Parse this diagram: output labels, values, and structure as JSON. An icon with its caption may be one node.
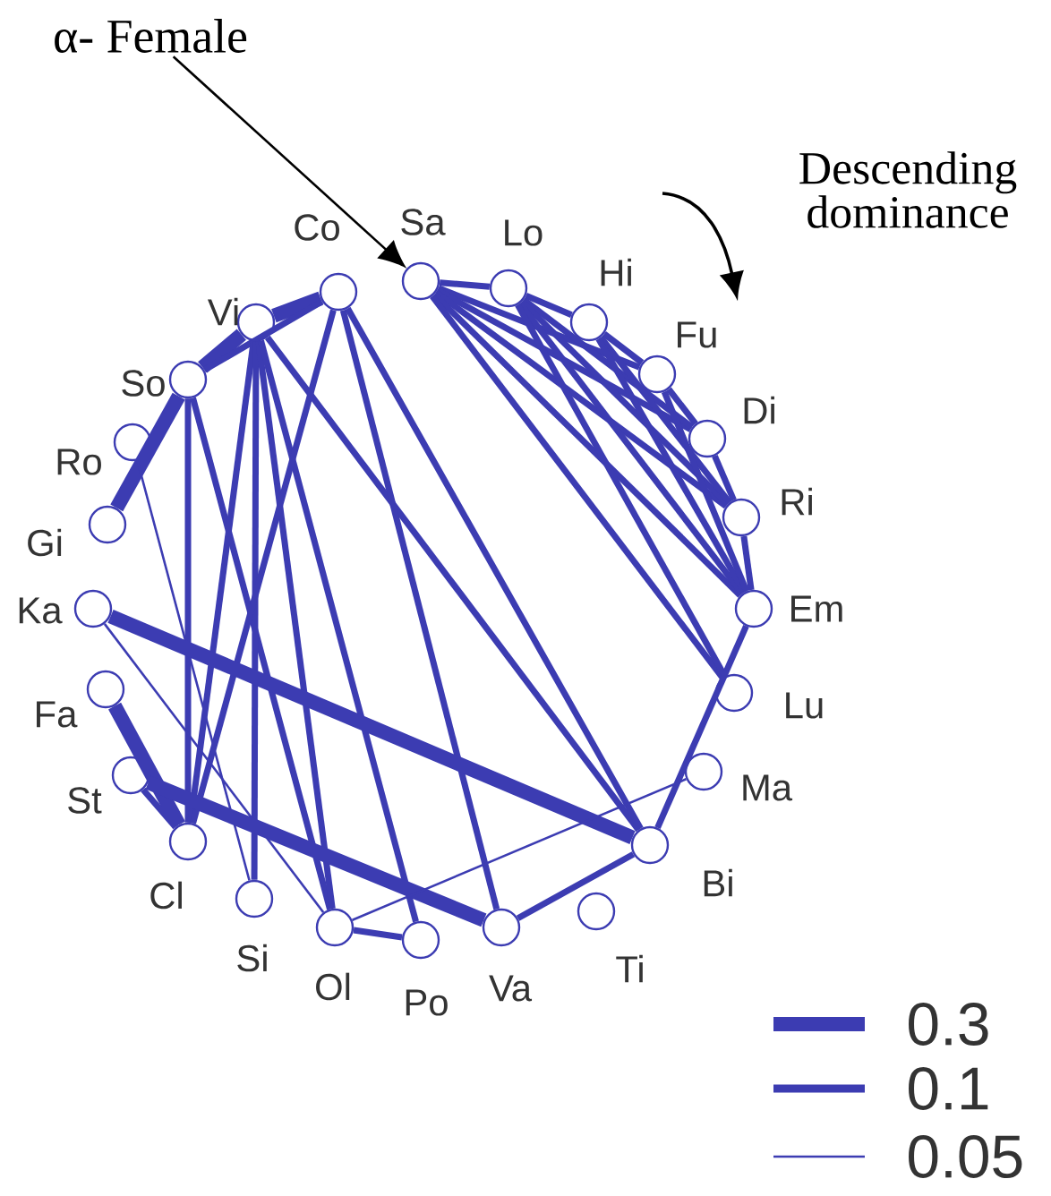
{
  "diagram": {
    "nodes": [
      {
        "text": [
          "α- Female"
        ]
      },
      {
        "text": [
          "Sa"
        ]
      },
      {
        "text": [
          "Lo"
        ]
      },
      {
        "text": [
          "Hi"
        ]
      },
      {
        "text": [
          "Fu"
        ]
      },
      {
        "text": [
          "Di"
        ]
      },
      {
        "text": [
          "Ri"
        ]
      },
      {
        "text": [
          "Em"
        ]
      },
      {
        "text": [
          "Lu"
        ]
      },
      {
        "text": [
          "Ma"
        ]
      },
      {
        "text": [
          "Bi"
        ]
      },
      {
        "text": [
          "Ti"
        ]
      },
      {
        "text": [
          "Va"
        ]
      },
      {
        "text": [
          "Po"
        ]
      },
      {
        "text": [
          "Ol"
        ]
      },
      {
        "text": [
          "Si"
        ]
      },
      {
        "text": [
          "Cl"
        ]
      },
      {
        "text": [
          "St"
        ]
      },
      {
        "text": [
          "Fa"
        ]
      },
      {
        "text": [
          "Ka"
        ]
      },
      {
        "text": [
          "Gi"
        ]
      },
      {
        "text": [
          "Ro"
        ]
      },
      {
        "text": [
          "So"
        ]
      },
      {
        "text": [
          "Vi"
        ]
      },
      {
        "text": [
          "Co"
        ]
      }
    ],
    "edges": [
      {
        "from": 0,
        "to": 1,
        "arrow": "to",
        "color": "#000000"
      },
      {
        "from": 1,
        "to": 2,
        "arrow": "none"
      },
      {
        "from": 1,
        "to": 4,
        "arrow": "none"
      },
      {
        "from": 1,
        "to": 5,
        "arrow": "none"
      },
      {
        "from": 1,
        "to": 6,
        "arrow": "none"
      },
      {
        "from": 1,
        "to": 7,
        "arrow": "none"
      },
      {
        "from": 2,
        "to": 3,
        "arrow": "none"
      },
      {
        "from": 2,
        "to": 5,
        "arrow": "none"
      },
      {
        "from": 2,
        "to": 6,
        "arrow": "none"
      },
      {
        "from": 2,
        "to": 7,
        "arrow": "none"
      },
      {
        "from": 3,
        "to": 4,
        "arrow": "none"
      },
      {
        "from": 3,
        "to": 6,
        "arrow": "none"
      },
      {
        "from": 3,
        "to": 7,
        "arrow": "none"
      },
      {
        "from": 4,
        "to": 5,
        "arrow": "none"
      },
      {
        "from": 4,
        "to": 7,
        "arrow": "none"
      },
      {
        "from": 5,
        "to": 6,
        "arrow": "none"
      },
      {
        "from": 6,
        "to": 7,
        "arrow": "none"
      },
      {
        "from": 1,
        "to": 8,
        "arrow": "none"
      },
      {
        "from": 2,
        "to": 8,
        "arrow": "none"
      },
      {
        "from": 7,
        "to": 10,
        "arrow": "none"
      },
      {
        "from": 20,
        "to": 22,
        "arrow": "none",
        "style": "thick"
      },
      {
        "from": 22,
        "to": 23,
        "arrow": "none",
        "style": "thick"
      },
      {
        "from": 23,
        "to": 24,
        "arrow": "none",
        "style": "thick"
      },
      {
        "from": 22,
        "to": 24,
        "arrow": "none"
      },
      {
        "from": 21,
        "to": 15,
        "arrow": "none"
      },
      {
        "from": 22,
        "to": 16,
        "arrow": "none"
      },
      {
        "from": 22,
        "to": 14,
        "arrow": "none"
      },
      {
        "from": 23,
        "to": 16,
        "arrow": "none"
      },
      {
        "from": 23,
        "to": 15,
        "arrow": "none"
      },
      {
        "from": 23,
        "to": 14,
        "arrow": "none"
      },
      {
        "from": 23,
        "to": 13,
        "arrow": "none"
      },
      {
        "from": 23,
        "to": 10,
        "arrow": "none"
      },
      {
        "from": 24,
        "to": 16,
        "arrow": "none"
      },
      {
        "from": 24,
        "to": 12,
        "arrow": "none"
      },
      {
        "from": 24,
        "to": 10,
        "arrow": "none"
      },
      {
        "from": 19,
        "to": 10,
        "arrow": "none",
        "style": "thick"
      },
      {
        "from": 19,
        "to": 14,
        "arrow": "none"
      },
      {
        "from": 18,
        "to": 16,
        "arrow": "none",
        "style": "thick"
      },
      {
        "from": 17,
        "to": 12,
        "arrow": "none",
        "style": "thick"
      },
      {
        "from": 17,
        "to": 16,
        "arrow": "none"
      },
      {
        "from": 14,
        "to": 13,
        "arrow": "none"
      },
      {
        "from": 14,
        "to": 9,
        "arrow": "none"
      },
      {
        "from": 12,
        "to": 10,
        "arrow": "none"
      }
    ],
    "labels": [
      "Descending dominance"
    ],
    "legend": [
      {
        "text": "0.3"
      },
      {
        "text": "0.1"
      },
      {
        "text": "0.05"
      }
    ]
  }
}
